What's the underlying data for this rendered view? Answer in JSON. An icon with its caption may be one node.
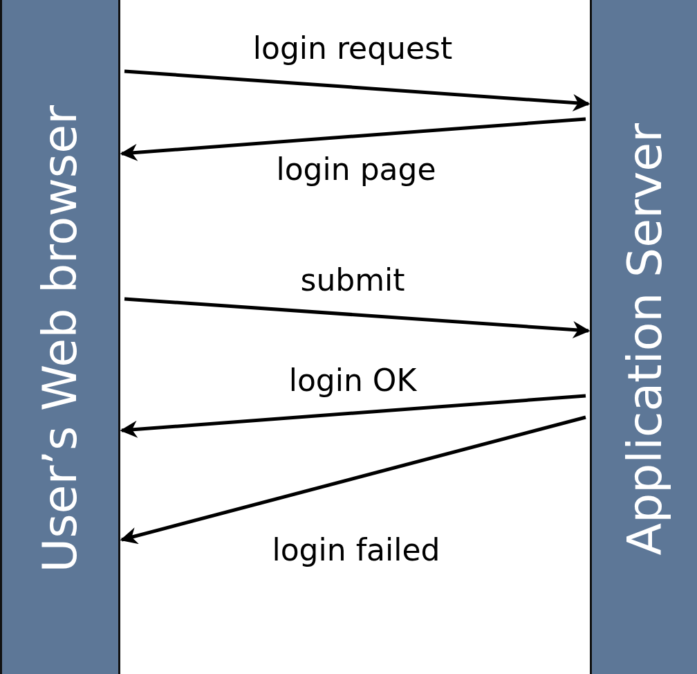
{
  "diagram": {
    "nodes": [
      {
        "text": [
          "User’s Web browser"
        ]
      },
      {
        "text": [
          "Application Server"
        ]
      }
    ],
    "edges": [
      {
        "from": 0,
        "to": 1,
        "arrow": "to",
        "label": "login request"
      },
      {
        "from": 1,
        "to": 0,
        "arrow": "to",
        "label": "login page"
      },
      {
        "from": 0,
        "to": 1,
        "arrow": "to",
        "label": "submit"
      },
      {
        "from": 1,
        "to": 0,
        "arrow": "to",
        "label": "login OK"
      },
      {
        "from": 1,
        "to": 0,
        "arrow": "to",
        "label": "login failed"
      }
    ]
  }
}
